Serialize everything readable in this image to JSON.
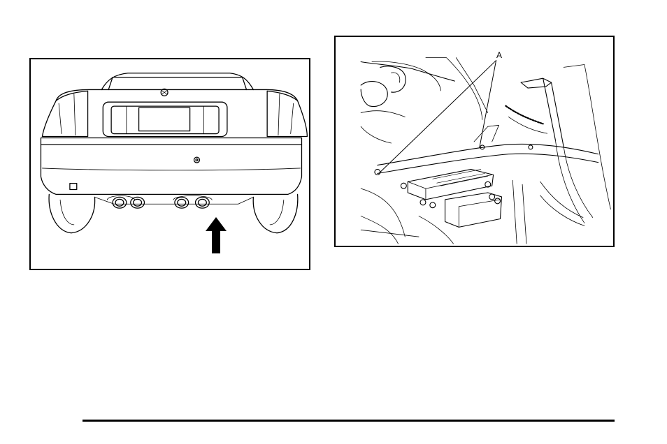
{
  "figures": {
    "rear_view": {
      "illustration": "car-rear-exhaust-illustration",
      "indicator": "arrow-up"
    },
    "underbody_view": {
      "illustration": "underbody-module-illustration",
      "callout_label": "A"
    }
  },
  "colors": {
    "line": "#000000",
    "background": "#ffffff"
  }
}
